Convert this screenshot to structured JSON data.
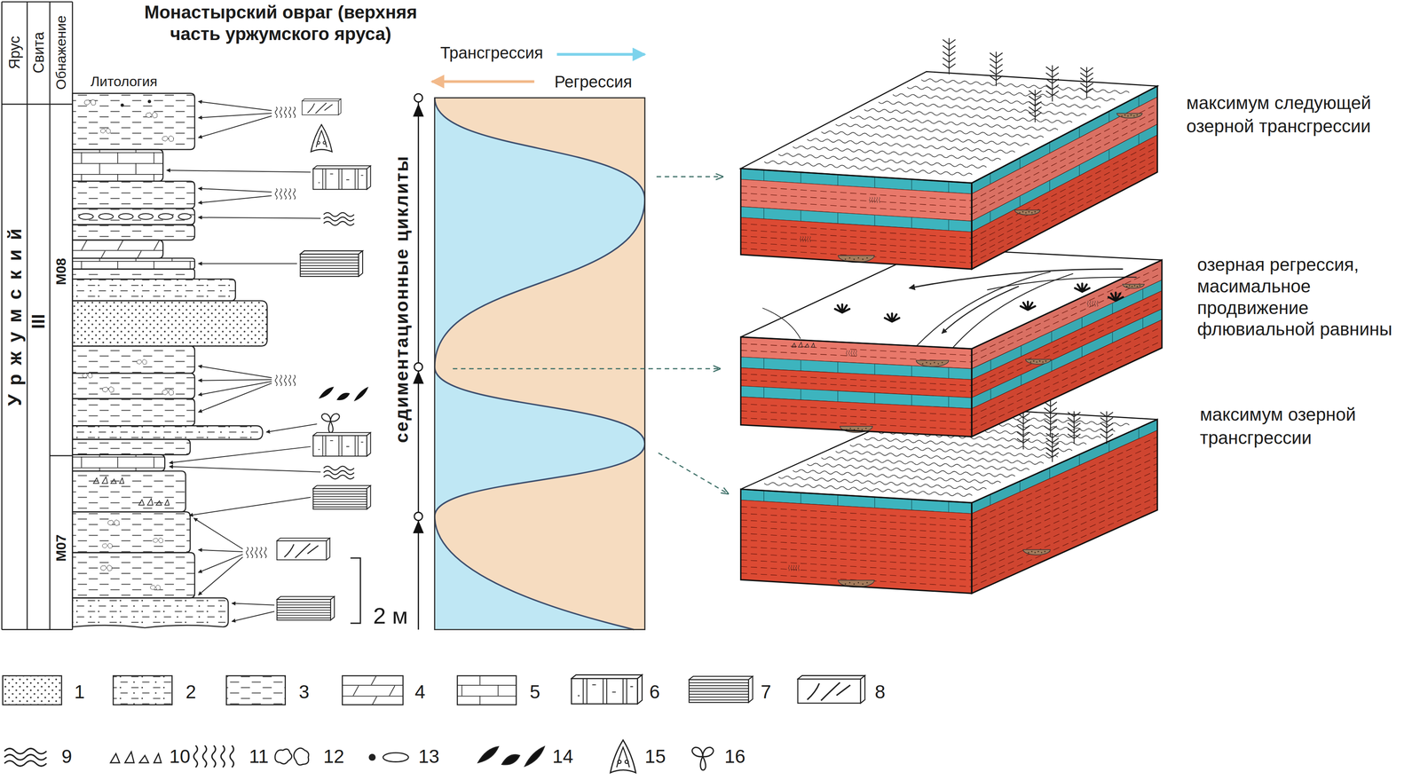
{
  "diagram": {
    "title": "Монастырский овраг (верхняя часть уржумского яруса)",
    "labels": [
      "Ярус",
      "Свита",
      "Обнажение",
      "Литология",
      "Уржумский",
      "III",
      "M08",
      "M07",
      "2 м",
      "Трансгрессия",
      "Регрессия",
      "седиментационные циклиты",
      "максимум следующей озерной трансгрессии",
      "озерная регрессия, масимальное продвижение флювиальной равнины",
      "максимум озерной трансгрессии"
    ],
    "legend": [
      {
        "text": "1"
      },
      {
        "text": "2"
      },
      {
        "text": "3"
      },
      {
        "text": "4"
      },
      {
        "text": "5"
      },
      {
        "text": "6"
      },
      {
        "text": "7"
      },
      {
        "text": "8"
      },
      {
        "text": "9"
      },
      {
        "text": "10"
      },
      {
        "text": "11"
      },
      {
        "text": "12"
      },
      {
        "text": "13"
      },
      {
        "text": "14"
      },
      {
        "text": "15"
      },
      {
        "text": "16"
      }
    ]
  }
}
